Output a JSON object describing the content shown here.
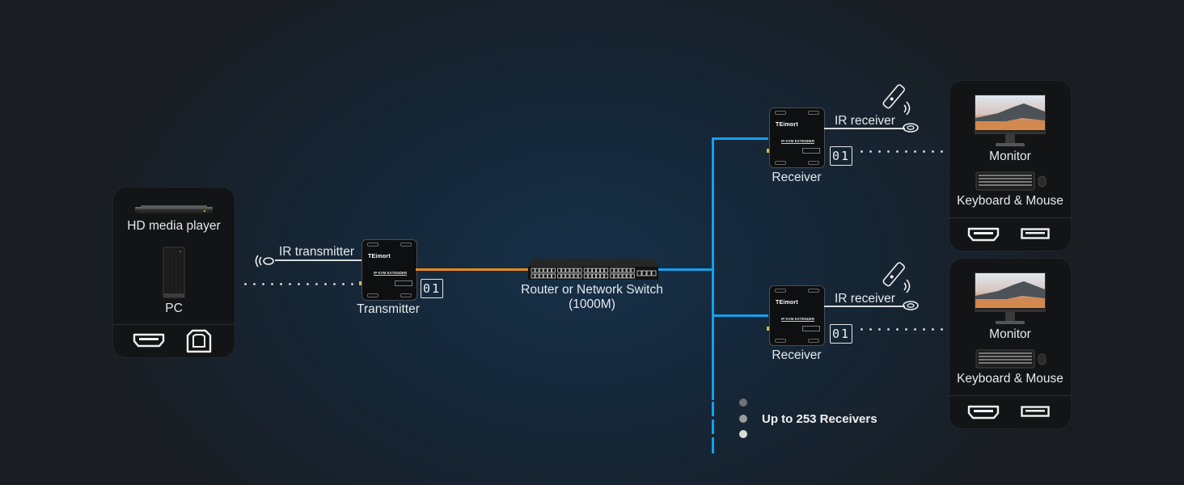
{
  "source": {
    "devices": [
      {
        "name": "HD media player"
      },
      {
        "name": "PC"
      }
    ],
    "ports": [
      "hdmi-port-icon",
      "usb-b-port-icon"
    ]
  },
  "transmitter": {
    "label": "Transmitter",
    "ir_label": "IR transmitter",
    "brand": "TEimort",
    "model_text": "IP KVM EXTENDER",
    "id_display": "01"
  },
  "switch": {
    "label_line1": "Router or Network Switch",
    "label_line2": "(1000M)"
  },
  "receivers": [
    {
      "label": "Receiver",
      "ir_label": "IR receiver",
      "brand": "TEimort",
      "model_text": "IP KVM EXTENDER",
      "id_display": "01",
      "display_card": {
        "monitor_label": "Monitor",
        "peripherals_label": "Keyboard & Mouse",
        "ports": [
          "hdmi-port-icon",
          "usb-a-port-icon"
        ]
      }
    },
    {
      "label": "Receiver",
      "ir_label": "IR receiver",
      "brand": "TEimort",
      "model_text": "IP KVM EXTENDER",
      "id_display": "01",
      "display_card": {
        "monitor_label": "Monitor",
        "peripherals_label": "Keyboard & Mouse",
        "ports": [
          "hdmi-port-icon",
          "usb-a-port-icon"
        ]
      }
    }
  ],
  "expansion": {
    "text": "Up to 253 Receivers",
    "dot_colors": [
      "#6f7275",
      "#9a9c9e",
      "#d9dadb"
    ]
  },
  "colors": {
    "tx_link": "#e98a16",
    "rx_link": "#14a0ee",
    "background": "#18222c"
  }
}
